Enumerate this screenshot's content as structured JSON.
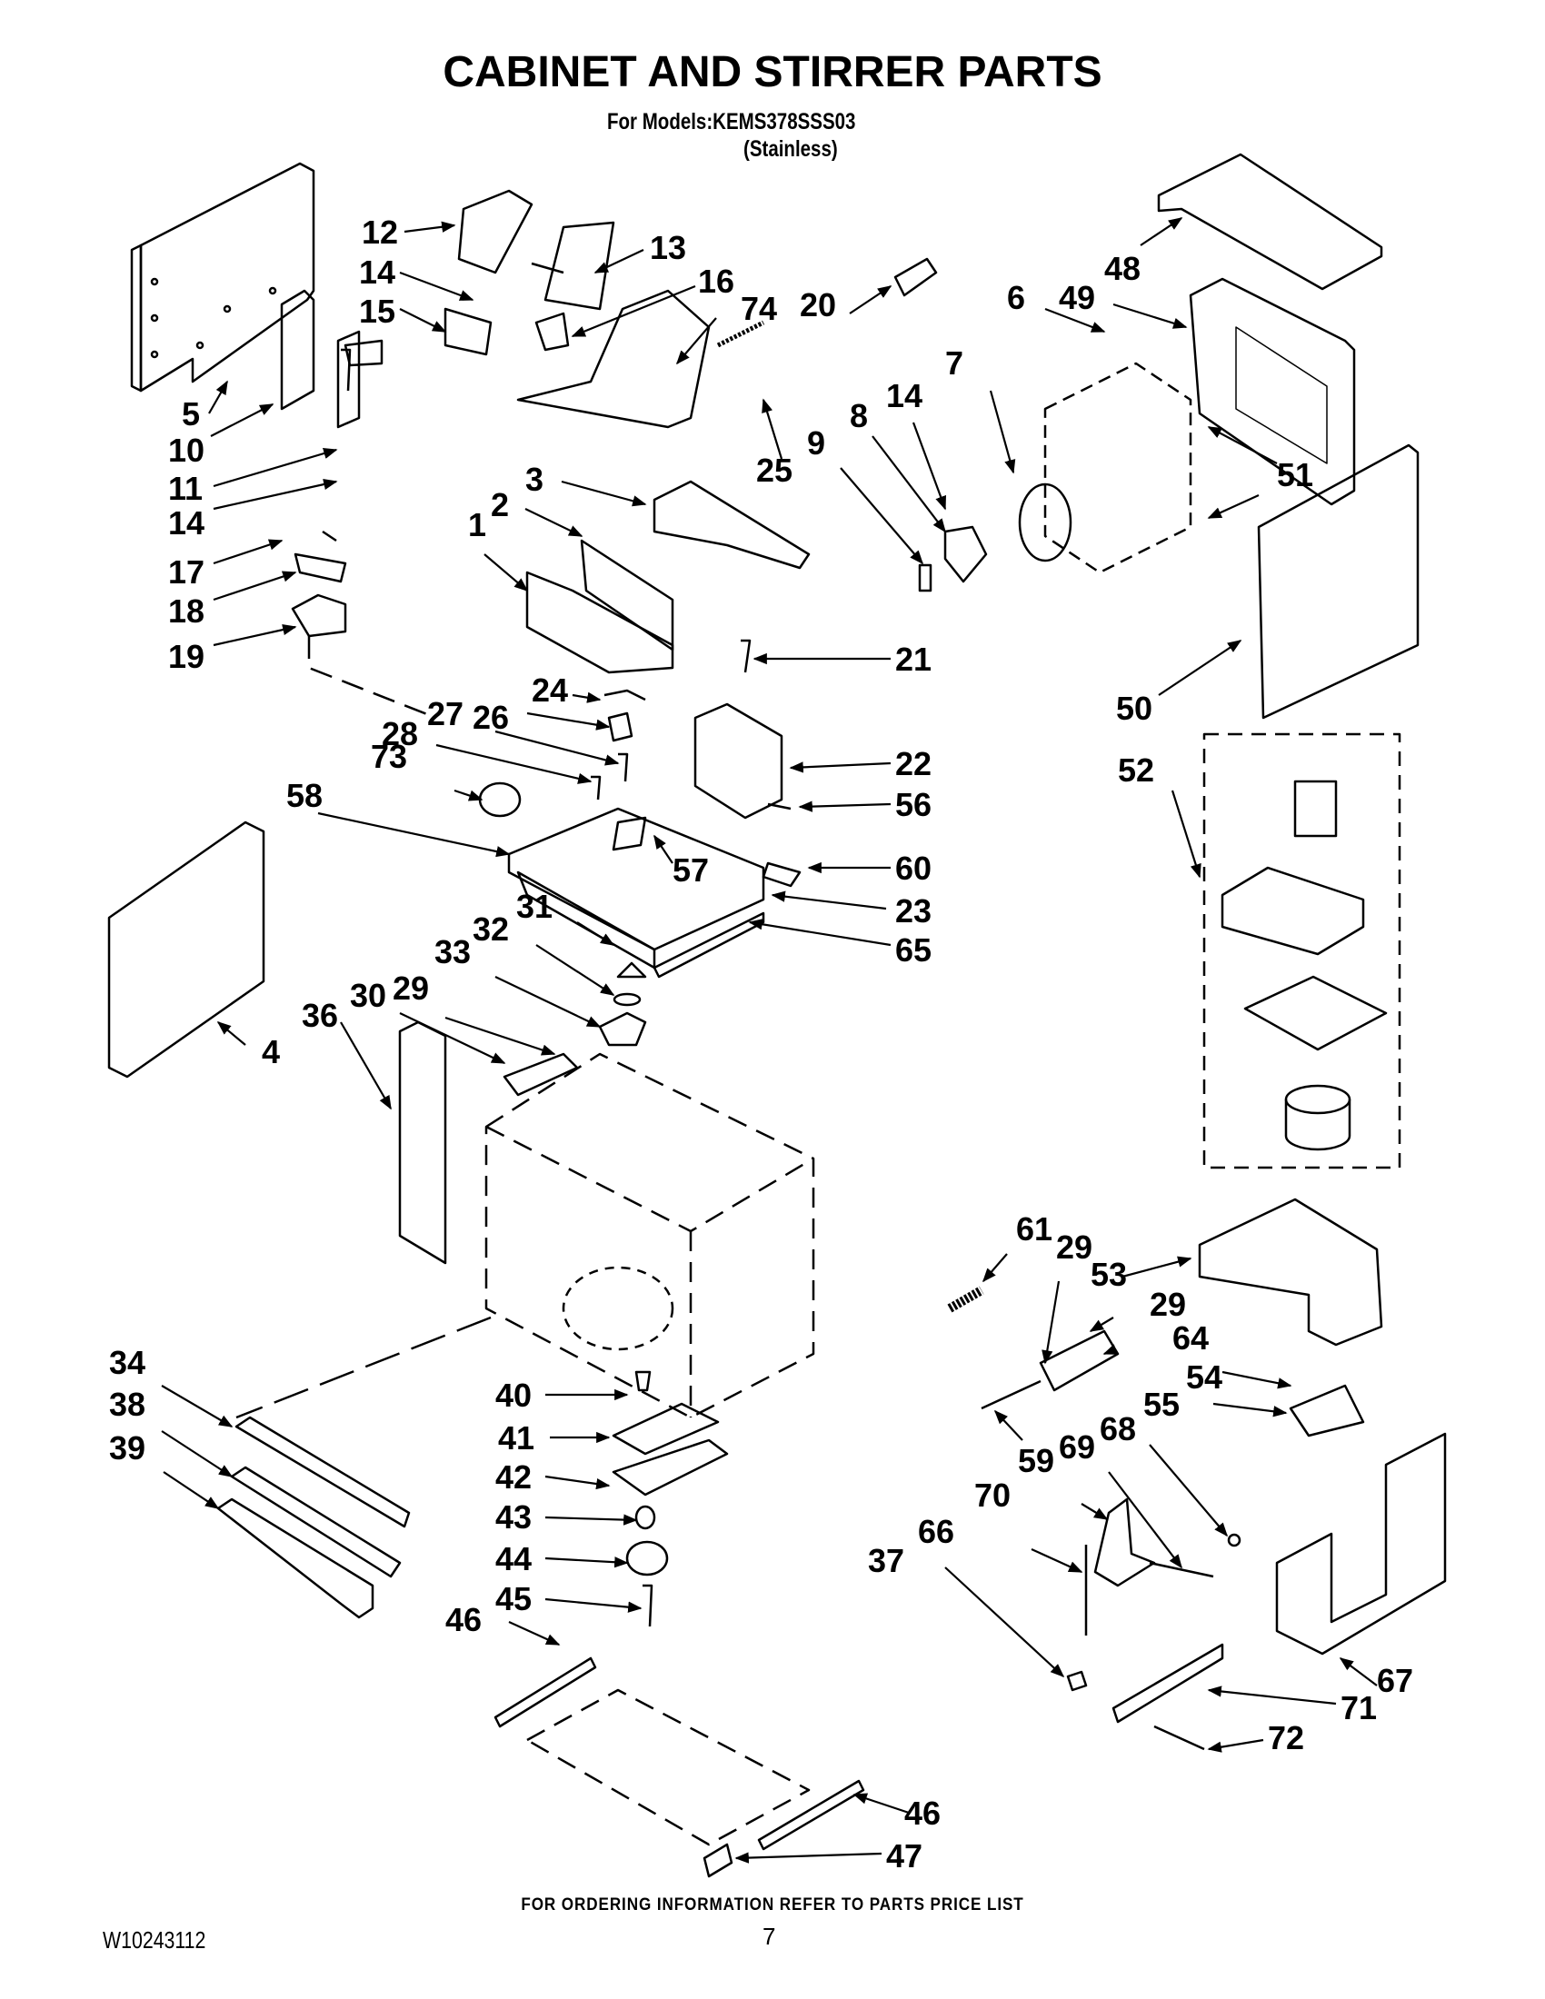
{
  "header": {
    "title": "CABINET AND STIRRER PARTS",
    "models_line": "For Models:KEMS378SSS03",
    "finish": "(Stainless)"
  },
  "footer": {
    "ordering_note": "FOR ORDERING INFORMATION REFER TO PARTS PRICE LIST",
    "document_number": "W10243112",
    "page_number": "7"
  },
  "callouts": [
    {
      "id": "c12",
      "label": "12"
    },
    {
      "id": "c13",
      "label": "13"
    },
    {
      "id": "c14a",
      "label": "14"
    },
    {
      "id": "c16",
      "label": "16"
    },
    {
      "id": "c74",
      "label": "74"
    },
    {
      "id": "c15",
      "label": "15"
    },
    {
      "id": "c20",
      "label": "20"
    },
    {
      "id": "c48",
      "label": "48"
    },
    {
      "id": "c49",
      "label": "49"
    },
    {
      "id": "c6",
      "label": "6"
    },
    {
      "id": "c7",
      "label": "7"
    },
    {
      "id": "c14b",
      "label": "14"
    },
    {
      "id": "c8",
      "label": "8"
    },
    {
      "id": "c9",
      "label": "9"
    },
    {
      "id": "c51",
      "label": "51"
    },
    {
      "id": "c25",
      "label": "25"
    },
    {
      "id": "c5",
      "label": "5"
    },
    {
      "id": "c10",
      "label": "10"
    },
    {
      "id": "c11",
      "label": "11"
    },
    {
      "id": "c14c",
      "label": "14"
    },
    {
      "id": "c17",
      "label": "17"
    },
    {
      "id": "c18",
      "label": "18"
    },
    {
      "id": "c19",
      "label": "19"
    },
    {
      "id": "c3",
      "label": "3"
    },
    {
      "id": "c2",
      "label": "2"
    },
    {
      "id": "c1",
      "label": "1"
    },
    {
      "id": "c21",
      "label": "21"
    },
    {
      "id": "c50",
      "label": "50"
    },
    {
      "id": "c24",
      "label": "24"
    },
    {
      "id": "c26",
      "label": "26"
    },
    {
      "id": "c27",
      "label": "27"
    },
    {
      "id": "c28",
      "label": "28"
    },
    {
      "id": "c22",
      "label": "22"
    },
    {
      "id": "c52",
      "label": "52"
    },
    {
      "id": "c73",
      "label": "73"
    },
    {
      "id": "c58",
      "label": "58"
    },
    {
      "id": "c56",
      "label": "56"
    },
    {
      "id": "c57",
      "label": "57"
    },
    {
      "id": "c60",
      "label": "60"
    },
    {
      "id": "c23",
      "label": "23"
    },
    {
      "id": "c31",
      "label": "31"
    },
    {
      "id": "c32",
      "label": "32"
    },
    {
      "id": "c65",
      "label": "65"
    },
    {
      "id": "c33",
      "label": "33"
    },
    {
      "id": "c30",
      "label": "30"
    },
    {
      "id": "c29a",
      "label": "29"
    },
    {
      "id": "c36",
      "label": "36"
    },
    {
      "id": "c4",
      "label": "4"
    },
    {
      "id": "c61",
      "label": "61"
    },
    {
      "id": "c29b",
      "label": "29"
    },
    {
      "id": "c53",
      "label": "53"
    },
    {
      "id": "c29c",
      "label": "29"
    },
    {
      "id": "c64",
      "label": "64"
    },
    {
      "id": "c34",
      "label": "34"
    },
    {
      "id": "c54",
      "label": "54"
    },
    {
      "id": "c40",
      "label": "40"
    },
    {
      "id": "c55",
      "label": "55"
    },
    {
      "id": "c38",
      "label": "38"
    },
    {
      "id": "c41",
      "label": "41"
    },
    {
      "id": "c68",
      "label": "68"
    },
    {
      "id": "c39",
      "label": "39"
    },
    {
      "id": "c59",
      "label": "59"
    },
    {
      "id": "c69",
      "label": "69"
    },
    {
      "id": "c42",
      "label": "42"
    },
    {
      "id": "c70",
      "label": "70"
    },
    {
      "id": "c43",
      "label": "43"
    },
    {
      "id": "c66",
      "label": "66"
    },
    {
      "id": "c37",
      "label": "37"
    },
    {
      "id": "c44",
      "label": "44"
    },
    {
      "id": "c45",
      "label": "45"
    },
    {
      "id": "c46a",
      "label": "46"
    },
    {
      "id": "c67",
      "label": "67"
    },
    {
      "id": "c71",
      "label": "71"
    },
    {
      "id": "c72",
      "label": "72"
    },
    {
      "id": "c46b",
      "label": "46"
    },
    {
      "id": "c47",
      "label": "47"
    }
  ]
}
